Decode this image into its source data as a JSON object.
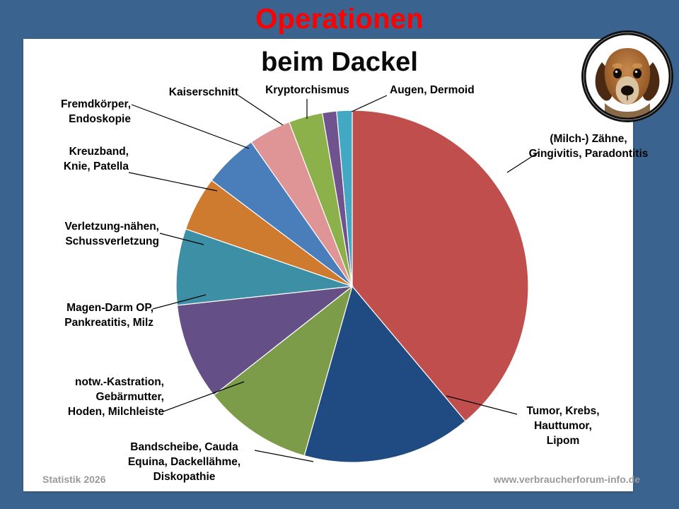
{
  "header": {
    "title": "Operationen",
    "subtitle": "beim Dackel"
  },
  "avatar": {
    "alt": "dackel-puppy-photo"
  },
  "footer": {
    "left": "Statistik 2026",
    "right": "www.verbraucherforum-info.de"
  },
  "colors": {
    "background": "#3B638F",
    "card": "#FFFFFF",
    "title": "#FF0000",
    "subtitle": "#0A0A0A",
    "footer_text": "#9A9A9A",
    "leader_line": "#000000"
  },
  "chart_data": {
    "type": "pie",
    "title": "Operationen beim Dackel",
    "subtitle": "beim Dackel",
    "legend": "none",
    "labels_position": "callout-leader-lines",
    "start_angle_deg": 0,
    "direction": "clockwise",
    "categories": [
      "(Milch-) Zähne, Gingivitis, Paradontitis",
      "Tumor, Krebs, Hauttumor, Lipom",
      "Bandscheibe, Cauda Equina, Dackellähme, Diskopathie",
      "notw.-Kastration, Gebärmutter, Hoden, Milchleiste",
      "Magen-Darm OP, Pankreatitis, Milz",
      "Verletzung-nähen, Schussverletzung",
      "Kreuzband, Knie, Patella",
      "Fremdkörper, Endoskopie",
      "Kaiserschnitt",
      "Kryptorchismus",
      "Augen, Dermoid"
    ],
    "values": [
      38.9,
      15.5,
      10.0,
      8.9,
      7.0,
      5.0,
      5.0,
      3.9,
      3.1,
      2.2,
      1.4
    ],
    "colors": [
      "#BF4E4D",
      "#1F4B82",
      "#7D9C4A",
      "#654F87",
      "#3D8FA5",
      "#CE7B30",
      "#4A7EBB",
      "#DF9496",
      "#8DB14A",
      "#70528F",
      "#43A8C4"
    ],
    "slice_angles_deg": [
      {
        "name": "(Milch-) Zähne, Gingivitis, Paradontitis",
        "start": 0,
        "end": 140.0
      },
      {
        "name": "Tumor, Krebs, Hauttumor, Lipom",
        "start": 140.0,
        "end": 195.8
      },
      {
        "name": "Bandscheibe, Cauda Equina, Dackellähme, Diskopathie",
        "start": 195.8,
        "end": 231.8
      },
      {
        "name": "notw.-Kastration, Gebärmutter, Hoden, Milchleiste",
        "start": 231.8,
        "end": 263.8
      },
      {
        "name": "Magen-Darm OP, Pankreatitis, Milz",
        "start": 263.8,
        "end": 289.0
      },
      {
        "name": "Verletzung-nähen, Schussverletzung",
        "start": 289.0,
        "end": 307.0
      },
      {
        "name": "Kreuzband, Knie, Patella",
        "start": 307.0,
        "end": 325.0
      },
      {
        "name": "Fremdkörper, Endoskopie",
        "start": 325.0,
        "end": 339.0
      },
      {
        "name": "Kaiserschnitt",
        "start": 339.0,
        "end": 350.2
      },
      {
        "name": "Kryptorchismus",
        "start": 350.2,
        "end": 354.9
      },
      {
        "name": "Augen, Dermoid",
        "start": 354.9,
        "end": 360.0
      }
    ]
  },
  "labels": {
    "zaehne": "(Milch-) Zähne,\nGingivitis, Paradontitis",
    "tumor": "Tumor, Krebs,\nHauttumor,\nLipom",
    "bandscheibe": "Bandscheibe, Cauda\nEquina, Dackellähme,\nDiskopathie",
    "kastration": "notw.-Kastration,\nGebärmutter,\nHoden, Milchleiste",
    "magendarm": "Magen-Darm OP,\nPankreatitis, Milz",
    "verletzung": "Verletzung-nähen,\nSchussverletzung",
    "kreuzband": "Kreuzband,\nKnie, Patella",
    "fremdkoerper": "Fremdkörper,\nEndoskopie",
    "kaiserschnitt": "Kaiserschnitt",
    "kryptorchismus": "Kryptorchismus",
    "augen": "Augen, Dermoid"
  }
}
